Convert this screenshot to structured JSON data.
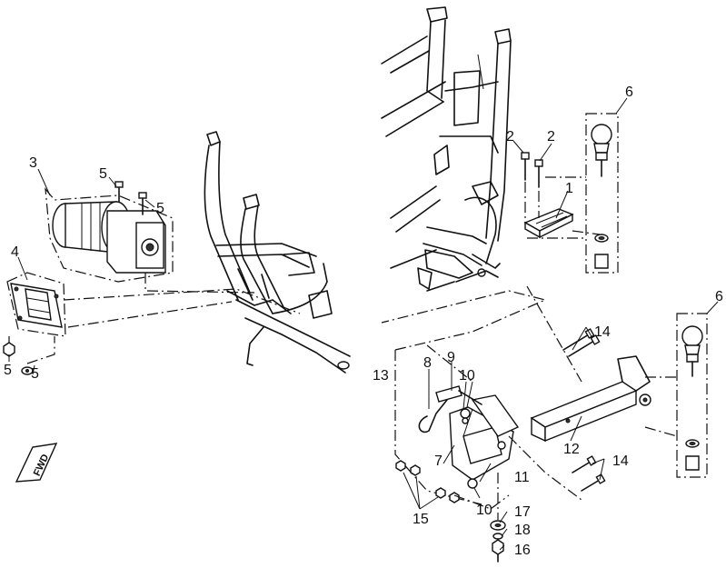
{
  "callouts": {
    "c1": "1",
    "c2a": "2",
    "c2b": "2",
    "c3": "3",
    "c4": "4",
    "c5a": "5",
    "c5b": "5",
    "c5c": "5",
    "c5d": "5",
    "c6a": "6",
    "c6b": "6",
    "c7": "7",
    "c8": "8",
    "c9": "9",
    "c10a": "10",
    "c10b": "10",
    "c11": "11",
    "c12": "12",
    "c13": "13",
    "c14a": "14",
    "c14b": "14",
    "c15": "15",
    "c16": "16",
    "c17": "17",
    "c18": "18"
  },
  "fwd_badge": "FWD"
}
